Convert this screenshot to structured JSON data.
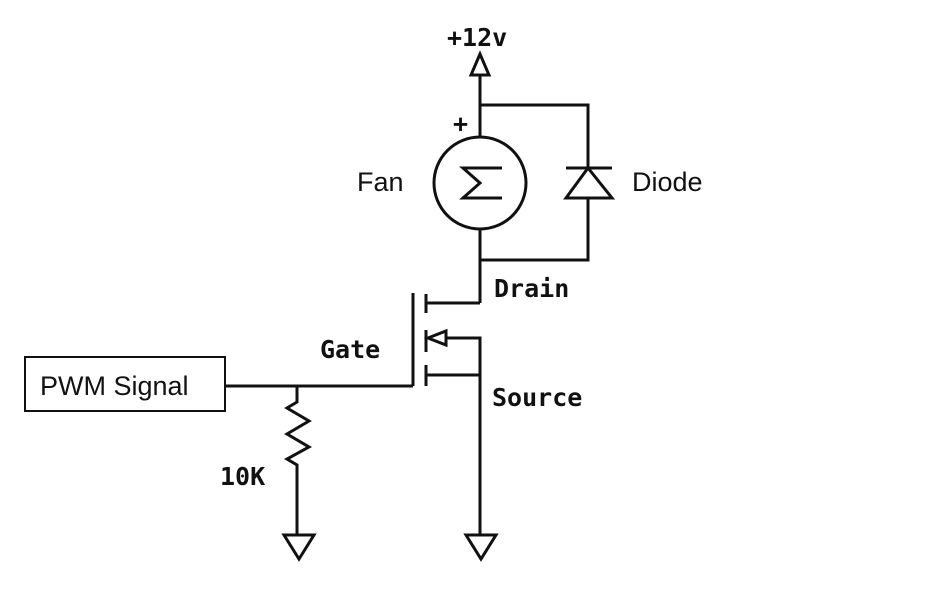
{
  "labels": {
    "supply": "+12v",
    "plus": "+",
    "fan": "Fan",
    "fan_symbol": "Σ",
    "diode": "Diode",
    "drain": "Drain",
    "gate": "Gate",
    "source": "Source",
    "resistor": "10K",
    "input": "PWM Signal"
  }
}
